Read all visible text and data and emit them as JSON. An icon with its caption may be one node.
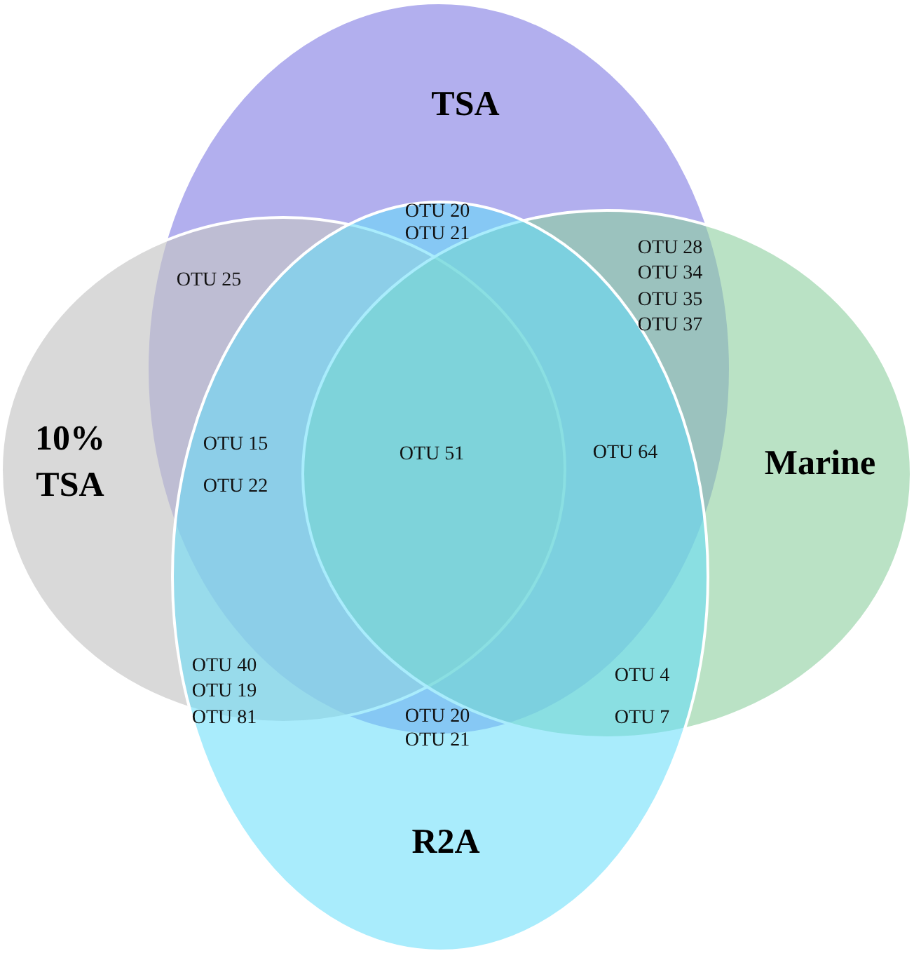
{
  "diagram": {
    "nodes": [
      {
        "text": [
          "TSA"
        ]
      },
      {
        "text": [
          "10% TSA"
        ]
      },
      {
        "text": [
          "Marine"
        ]
      },
      {
        "text": [
          "R2A"
        ]
      }
    ],
    "labels": [
      "OTU 20",
      "OTU 21",
      "OTU 25",
      "OTU 28",
      "OTU 34",
      "OTU 35",
      "OTU 37",
      "OTU 15",
      "OTU 22",
      "OTU 51",
      "OTU 64",
      "OTU 40",
      "OTU 19",
      "OTU 81",
      "OTU 20",
      "OTU 21",
      "OTU 4",
      "OTU 7"
    ]
  }
}
